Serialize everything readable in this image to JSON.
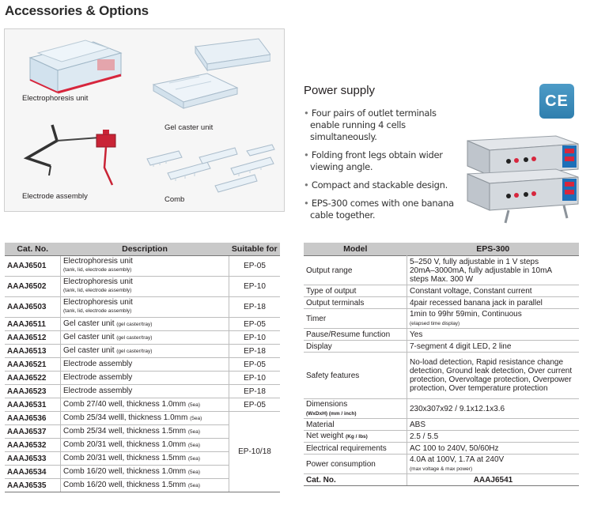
{
  "page_title": "Accessories & Options",
  "accessories": {
    "electrophoresis_unit": "Electrophoresis unit",
    "gel_caster_unit": "Gel caster unit",
    "electrode_assembly": "Electrode assembly",
    "comb": "Comb"
  },
  "power_supply": {
    "title": "Power supply",
    "features": [
      "Four pairs of outlet terminals enable running 4 cells simultaneously.",
      "Folding front legs obtain wider viewing angle.",
      "Compact and stackable design.",
      "EPS-300 comes with one banana cable together."
    ],
    "ce_mark": "CE"
  },
  "catalog_table": {
    "headers": [
      "Cat. No.",
      "Description",
      "Suitable for"
    ],
    "rows": [
      {
        "cat": "AAAJ6501",
        "desc": "Electrophoresis unit",
        "note": "(tank, lid, electrode assembly)",
        "suit": "EP-05"
      },
      {
        "cat": "AAAJ6502",
        "desc": "Electrophoresis unit",
        "note": "(tank, lid, electrode assembly)",
        "suit": "EP-10"
      },
      {
        "cat": "AAAJ6503",
        "desc": "Electrophoresis unit",
        "note": "(tank, lid, electrode assembly)",
        "suit": "EP-18"
      },
      {
        "cat": "AAAJ6511",
        "desc": "Gel caster unit",
        "note": "(gel caster/tray)",
        "suit": "EP-05"
      },
      {
        "cat": "AAAJ6512",
        "desc": "Gel caster unit",
        "note": "(gel caster/tray)",
        "suit": "EP-10"
      },
      {
        "cat": "AAAJ6513",
        "desc": "Gel caster unit",
        "note": "(gel caster/tray)",
        "suit": "EP-18"
      },
      {
        "cat": "AAAJ6521",
        "desc": "Electrode assembly",
        "note": "",
        "suit": "EP-05"
      },
      {
        "cat": "AAAJ6522",
        "desc": "Electrode assembly",
        "note": "",
        "suit": "EP-10"
      },
      {
        "cat": "AAAJ6523",
        "desc": "Electrode assembly",
        "note": "",
        "suit": "EP-18"
      },
      {
        "cat": "AAAJ6531",
        "desc": "Comb 27/40 well, thickness 1.0mm",
        "note": "(5ea)",
        "suit": "EP-05"
      },
      {
        "cat": "AAAJ6536",
        "desc": "Comb 25/34 welll, thickness 1.0mm",
        "note": "(5ea)"
      },
      {
        "cat": "AAAJ6537",
        "desc": "Comb 25/34 well, thickness 1.5mm",
        "note": "(5ea)"
      },
      {
        "cat": "AAAJ6532",
        "desc": "Comb 20/31 well, thickness 1.0mm",
        "note": "(5ea)"
      },
      {
        "cat": "AAAJ6533",
        "desc": "Comb 20/31 well, thickness 1.5mm",
        "note": "(5ea)"
      },
      {
        "cat": "AAAJ6534",
        "desc": "Comb 16/20 well, thickness 1.0mm",
        "note": "(5ea)"
      },
      {
        "cat": "AAAJ6535",
        "desc": "Comb 16/20 well, thickness 1.5mm",
        "note": "(5ea)"
      }
    ],
    "merged_suit": "EP-10/18"
  },
  "spec_table": {
    "headers": [
      "Model",
      "EPS-300"
    ],
    "output_range": {
      "label": "Output range",
      "lines": [
        "5–250 V, fully adjustable in 1 V steps",
        "20mA–3000mA, fully adjustable in 10mA",
        "steps Max. 300 W"
      ]
    },
    "type_of_output": {
      "label": "Type of output",
      "value": "Constant voltage, Constant current"
    },
    "output_terminals": {
      "label": "Output terminals",
      "value": "4pair recessed banana jack in parallel"
    },
    "timer": {
      "label": "Timer",
      "value": "1min to 99hr 59min, Continuous",
      "note": "(elapsed time display)"
    },
    "pause_resume": {
      "label": "Pause/Resume function",
      "value": "Yes"
    },
    "display": {
      "label": "Display",
      "value": "7-segment 4 digit LED, 2 line"
    },
    "safety": {
      "label": "Safety features",
      "value": "No-load detection, Rapid resistance change detection, Ground leak detection, Over current protection, Overvoltage protection, Overpower protection, Over temperature protection"
    },
    "dimensions": {
      "label": "Dimensions",
      "label_note": "(WxDxH) (mm / inch)",
      "value": "230x307x92 / 9.1x12.1x3.6"
    },
    "material": {
      "label": "Material",
      "value": "ABS"
    },
    "net_weight": {
      "label": "Net weight",
      "label_note": "(Kg / lbs)",
      "value": "2.5 / 5.5"
    },
    "electrical": {
      "label": "Electrical requirements",
      "value": "AC 100 to 240V, 50/60Hz"
    },
    "power": {
      "label": "Power consumption",
      "value": "4.0A at 100V, 1.7A at 240V",
      "note": "(max voltage & max power)"
    },
    "cat_no": {
      "label": "Cat. No.",
      "value": "AAAJ6541"
    }
  },
  "colors": {
    "header_bg": "#c9c9c9",
    "accent_red": "#d7263d",
    "ce_blue": "#2f7fae"
  }
}
